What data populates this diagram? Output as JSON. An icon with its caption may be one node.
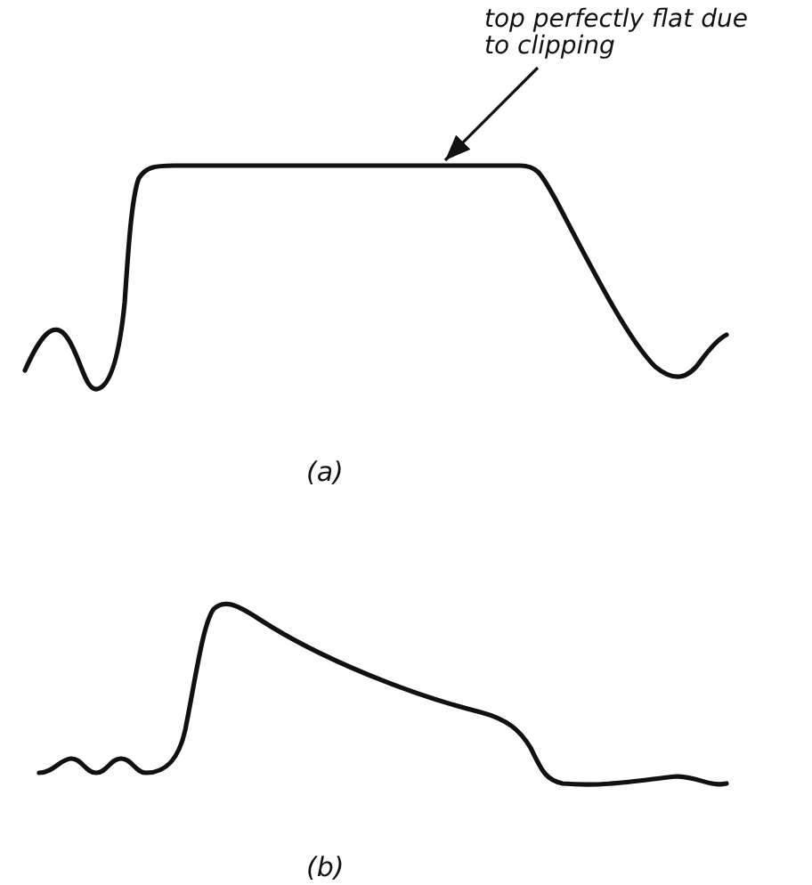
{
  "diagram": {
    "nodes": [
      {
        "text": [
          "top perfectly flat due to clipping"
        ]
      },
      {
        "text": [],
        "shape": "picture"
      }
    ],
    "edges": [
      {
        "from": 0,
        "to": 1,
        "arrow": "to"
      }
    ],
    "labels": [
      "(a)",
      "(b)"
    ]
  }
}
